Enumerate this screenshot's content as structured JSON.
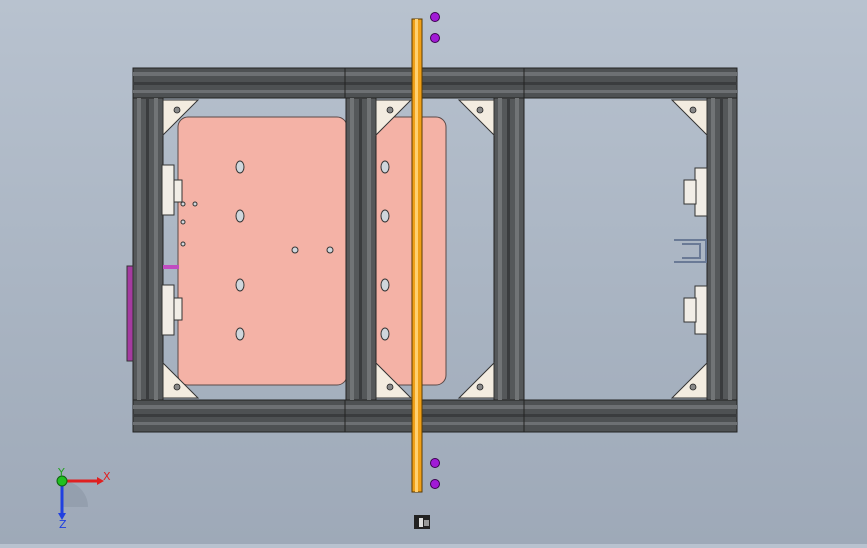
{
  "viewport": {
    "background_top": "#b8c2cf",
    "background_bottom": "#9ea9b8"
  },
  "model": {
    "frame_color": "#4a4d4f",
    "frame_light": "#6b6e70",
    "plate_color": "#f2b3a8",
    "rod_color": "#e8a020",
    "marker_color": "#a020c8",
    "bracket_color": "#f3ece0"
  },
  "triad": {
    "x_label": "X",
    "y_label": "Y",
    "z_label": "Z",
    "x_color": "#e02020",
    "y_color": "#20c020",
    "z_color": "#2040e0"
  },
  "toolbar_icons": [
    {
      "name": "view-orientation-icon"
    }
  ]
}
